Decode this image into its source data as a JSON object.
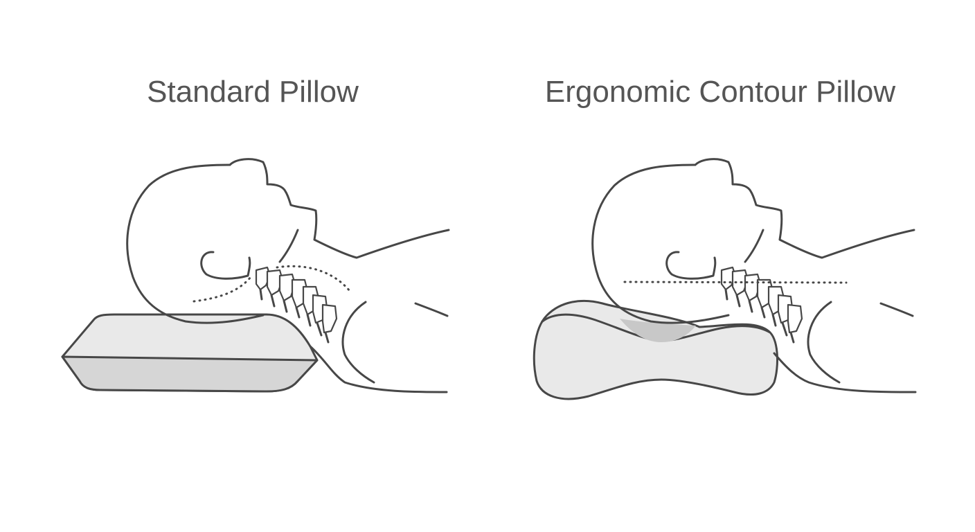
{
  "panels": [
    {
      "id": "standard",
      "title": "Standard Pillow"
    },
    {
      "id": "ergonomic",
      "title": "Ergonomic Contour Pillow"
    }
  ],
  "colors": {
    "line": "#474747",
    "title_text": "#555555",
    "pillow_fill": "#e9e9e9",
    "pillow_shade": "#d6d6d6",
    "head_dent": "#c8c8c8",
    "background": "#ffffff"
  }
}
